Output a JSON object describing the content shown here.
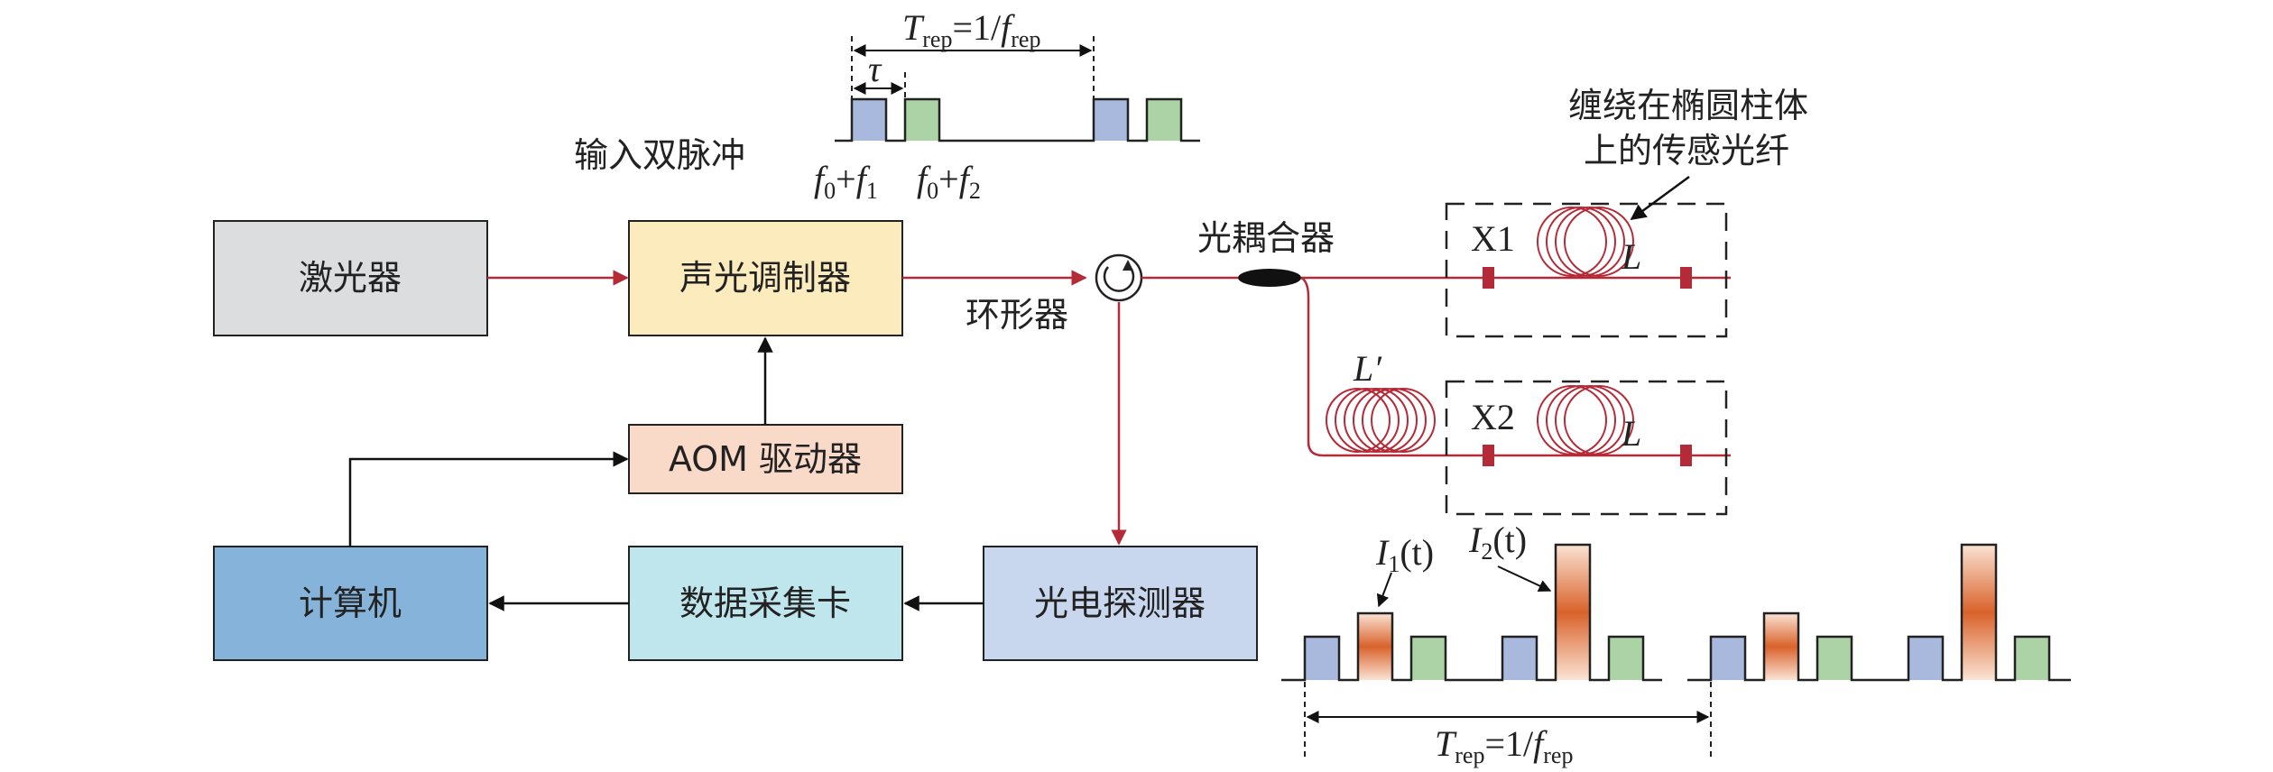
{
  "boxes": {
    "laser": {
      "label": "激光器",
      "color": "#dcdddf"
    },
    "aom": {
      "label": "声光调制器",
      "color": "#fcebbd"
    },
    "aom_driver": {
      "label": "AOM 驱动器",
      "color": "#f9d9c8"
    },
    "computer": {
      "label": "计算机",
      "color": "#86b3d9"
    },
    "daq": {
      "label": "数据采集卡",
      "color": "#bfe6ec"
    },
    "detector": {
      "label": "光电探测器",
      "color": "#c9d7ee"
    }
  },
  "labels": {
    "input_pulse": "输入双脉冲",
    "circulator": "环形器",
    "coupler": "光耦合器",
    "fiber_line1": "缠绕在椭圆柱体",
    "fiber_line2": "上的传感光纤",
    "x1": "X1",
    "x2": "X2",
    "L": "L",
    "L_prime": "L′",
    "tau": "τ",
    "T_rep": "T",
    "rep_sub": "rep",
    "eq": "=1/",
    "f": "f",
    "f0": "f",
    "f0_sub": "0",
    "plus": "+",
    "f1_sub": "1",
    "f2_sub": "2",
    "I1": "I",
    "I2": "I",
    "I1_sub": "1",
    "I2_sub": "2",
    "t_arg": "(t)"
  },
  "colors": {
    "fiber_red": "#b52a37",
    "pulse_blue": "#a8b9dd",
    "pulse_green": "#acd3a5",
    "signal_orange": "#d9622b"
  }
}
